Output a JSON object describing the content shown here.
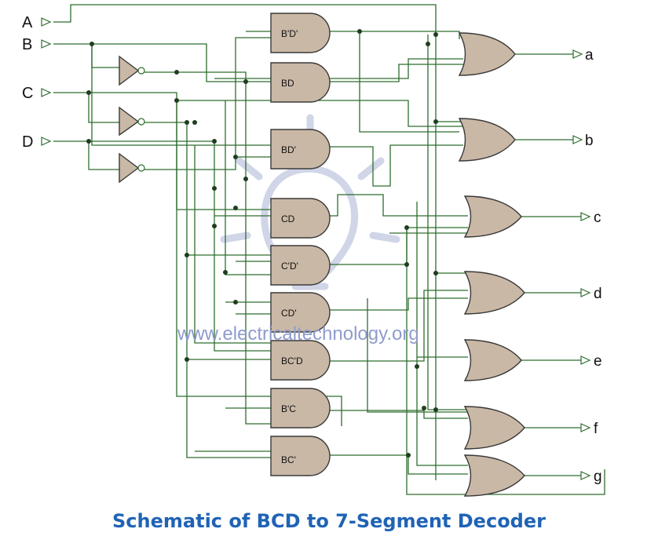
{
  "inputs": [
    {
      "label": "A"
    },
    {
      "label": "B"
    },
    {
      "label": "C"
    },
    {
      "label": "D"
    }
  ],
  "and_gates": [
    "B'D'",
    "BD",
    "BD'",
    "CD",
    "C'D'",
    "CD'",
    "BC'D",
    "B'C",
    "BC'"
  ],
  "outputs": [
    "a",
    "b",
    "c",
    "d",
    "e",
    "f",
    "g"
  ],
  "watermark": "www.electricaltechnology.org",
  "caption": "Schematic of BCD to 7-Segment Decoder",
  "colors": {
    "wire": "#2d6e2d",
    "gate_fill": "#cab8a6",
    "caption": "#1f63b5",
    "watermark": "#8f9ccc"
  }
}
